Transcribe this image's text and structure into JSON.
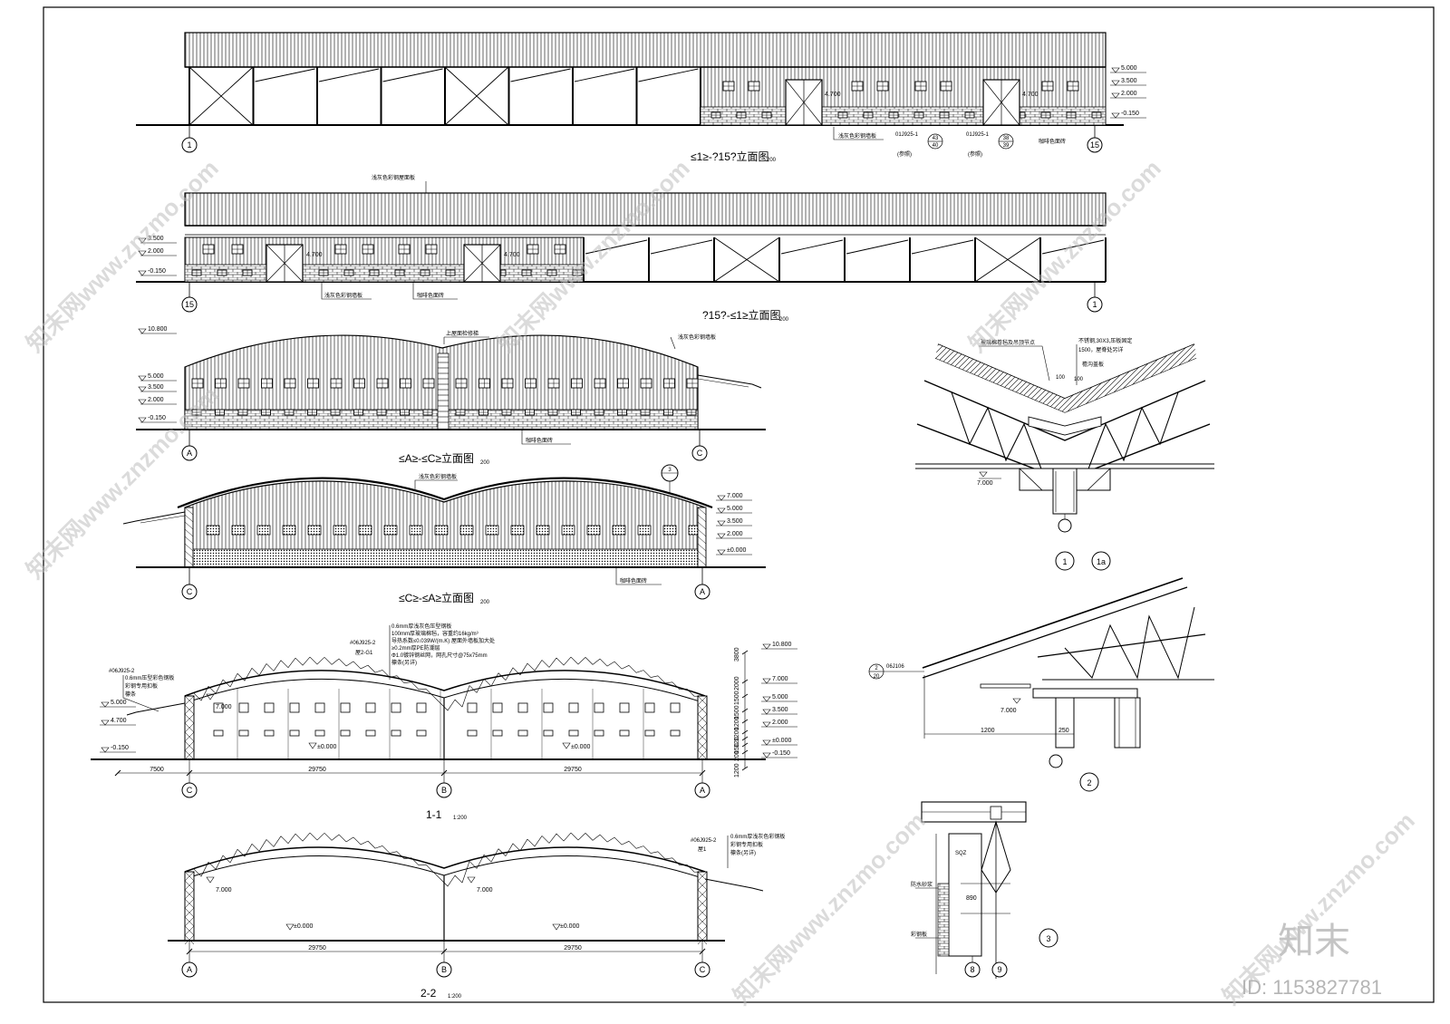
{
  "elevation_15_1": {
    "title": "≤1≥-?15?立面图",
    "scale": "200",
    "axis_left": "1",
    "axis_right": "15",
    "levels": [
      "5.000",
      "3.500",
      "2.000",
      "-0.150"
    ],
    "door_level": "4.700",
    "notes": [
      "浅灰色彩钢墙板",
      "01J925-1",
      "(参照)",
      "01J925-1",
      "(参照)",
      "咖啡色面砖"
    ],
    "detail_refs": [
      {
        "top": "43",
        "bottom": "40"
      },
      {
        "top": "38",
        "bottom": "39"
      }
    ]
  },
  "elevation_2": {
    "title": "?15?-≤1≥立面图",
    "scale": "200",
    "axis_left": "15",
    "axis_right": "1",
    "levels": [
      "3.500",
      "2.000",
      "-0.150"
    ],
    "door_level": "4.700",
    "notes": [
      "浅灰色彩钢屋面板",
      "浅灰色彩钢墙板",
      "咖啡色面砖"
    ]
  },
  "elevation_ac": {
    "title": "≤A≥-≤C≥立面图",
    "scale": "200",
    "axis_left": "A",
    "axis_right": "C",
    "levels": [
      "10.800",
      "5.000",
      "3.500",
      "2.000",
      "-0.150"
    ],
    "notes": [
      "上屋面检修梯",
      "浅灰色彩钢墙板",
      "咖啡色面砖"
    ]
  },
  "elevation_ca": {
    "title": "≤C≥-≤A≥立面图",
    "scale": "200",
    "axis_left": "C",
    "axis_right": "A",
    "levels": [
      "7.000",
      "5.000",
      "3.500",
      "2.000",
      "±0.000"
    ],
    "notes": [
      "浅灰色彩钢墙板",
      "咖啡色面砖"
    ],
    "detail_ref": "3"
  },
  "section_1": {
    "title": "1-1",
    "scale": "1:200",
    "axes": [
      "C",
      "B",
      "A"
    ],
    "dims": [
      "7500",
      "29750",
      "29750"
    ],
    "levels_right": [
      "10.800",
      "7.000",
      "5.000",
      "3.500",
      "2.000",
      "±0.000",
      "-0.150"
    ],
    "levels_left": [
      "5.000",
      "4.700",
      "-0.150"
    ],
    "inner_levels": [
      "7.000",
      "±0.000",
      "±0.000"
    ],
    "dims_vertical": [
      "3800",
      "2000",
      "1500",
      "1500",
      "1200",
      "1200",
      "120",
      "150",
      "200",
      "1200"
    ],
    "left_notes": [
      "#06J925-2",
      "0.6mm压型彩色钢板",
      "彩钢专用扣板",
      "檩条"
    ],
    "roof_notes": [
      "0.6mm厚浅灰色压型钢板",
      "100mm厚玻璃棉毡，容重约16kg/m³",
      "导热系数≤0.039W/(m.K)  屋面外墙板加大处",
      "≥0.2mm厚PE防潮层",
      "Φ1.0镀锌钢丝网，网孔尺寸@75x75mm",
      "檩条(另详)"
    ],
    "roof_refs": [
      "#06J925-2",
      "屋2-G1"
    ]
  },
  "section_2": {
    "title": "2-2",
    "scale": "1:200",
    "axes": [
      "A",
      "B",
      "C"
    ],
    "dims": [
      "29750",
      "29750"
    ],
    "inner_levels": [
      "7.000",
      "7.000",
      "±0.000",
      "±0.000"
    ],
    "roof_ref": "#06J925-2",
    "roof_ref_sub": "屋1",
    "roof_notes": [
      "0.6mm厚浅灰色彩钢板",
      "彩钢专用扣板",
      "檩条(另详)"
    ]
  },
  "detail_1": {
    "labels": [
      "1",
      "1a"
    ],
    "level": "7.000",
    "notes": [
      "玻璃棉卷毡及吊顶节点",
      "不锈钢,30X3,压板固定",
      "1500，屋脊处另详",
      "檐沟盖板"
    ],
    "dims": [
      "100",
      "100"
    ]
  },
  "detail_2": {
    "label": "2",
    "level": "7.000",
    "ref": "06J106",
    "ref_top": "2",
    "ref_bottom": "20",
    "dims": [
      "1200",
      "250"
    ]
  },
  "detail_3": {
    "label": "3",
    "axes": [
      "8",
      "9"
    ],
    "notes": [
      "SQZ",
      "防水砂浆",
      "彩钢板"
    ],
    "dims": [
      "890"
    ]
  },
  "watermark": {
    "logo": "知末",
    "id": "ID: 1153827781",
    "texts": [
      "知末网www.znzmo.com"
    ]
  }
}
